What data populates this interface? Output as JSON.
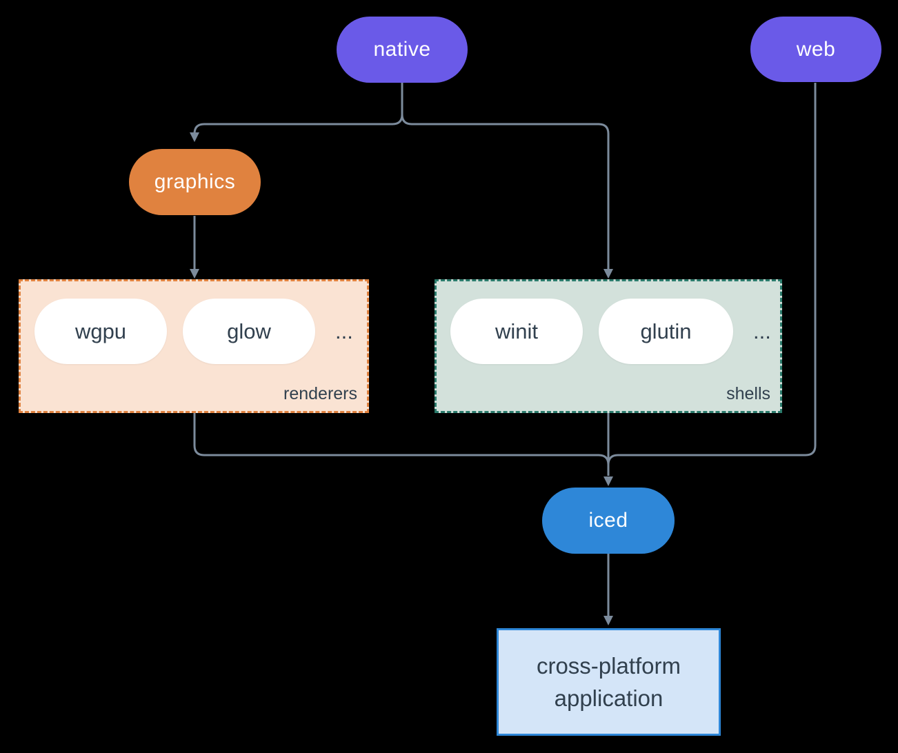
{
  "diagram": {
    "nodes": {
      "native": "native",
      "web": "web",
      "graphics": "graphics",
      "iced": "iced",
      "application": "cross-platform application"
    },
    "groups": {
      "renderers": {
        "label": "renderers",
        "pills": [
          "wgpu",
          "glow"
        ],
        "more": "..."
      },
      "shells": {
        "label": "shells",
        "pills": [
          "winit",
          "glutin"
        ],
        "more": "..."
      }
    },
    "colors": {
      "background": "#000000",
      "node_purple": "#6A5AE8",
      "node_orange": "#E0823F",
      "node_blue": "#2E87D8",
      "renderers_bg": "#FAE3D3",
      "renderers_border": "#E0823F",
      "shells_bg": "#D3E1DB",
      "shells_border": "#2A7A6B",
      "application_bg": "#D4E5F8",
      "application_border": "#2E87D8",
      "edge": "#7C8B9C",
      "text_dark": "#31404E",
      "inner_pill_bg": "#FFFFFF"
    }
  }
}
